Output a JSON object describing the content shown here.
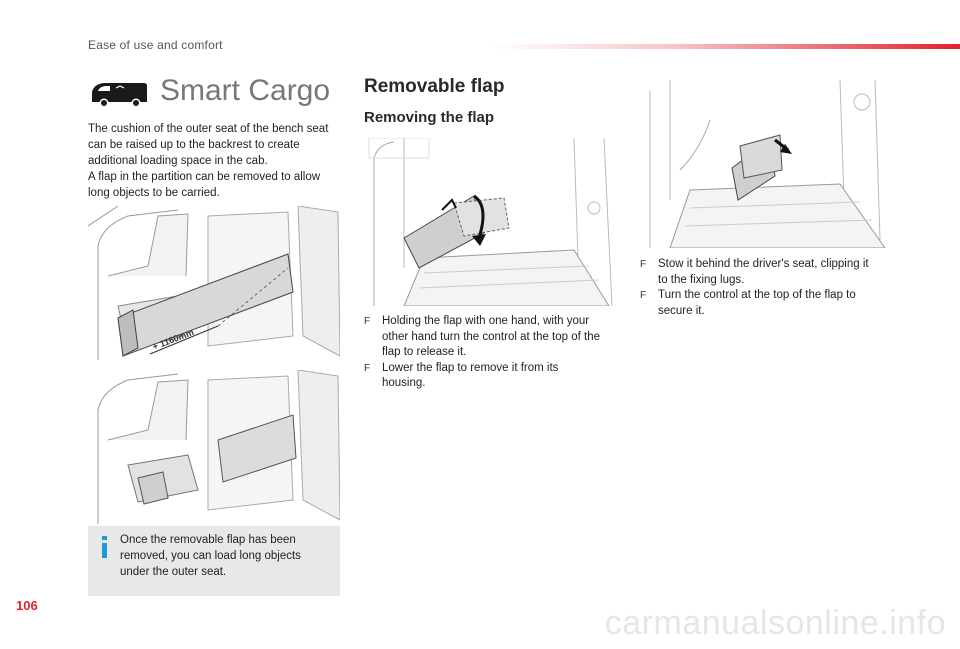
{
  "header": {
    "section_title": "Ease of use and comfort"
  },
  "page_number": "106",
  "smart_cargo": {
    "title": "Smart Cargo",
    "intro_lines": [
      "The cushion of the outer seat of the bench seat can be raised up to the backrest to create additional loading space in the cab.",
      "A flap in the partition can be removed to allow long objects to be carried."
    ],
    "dimension_label": "+ 1160mm"
  },
  "info_box": {
    "text": "Once the removable flap has been removed, you can load long objects under the outer seat."
  },
  "removable_flap": {
    "title": "Removable flap",
    "subtitle": "Removing the flap",
    "bullets_left": [
      "Holding the flap with one hand, with your\nother hand turn the control at the top of the\nflap to release it.",
      "Lower the flap to remove it from its\nhousing."
    ],
    "bullets_right": [
      "Stow it behind the driver's seat, clipping it\nto the fixing lugs.",
      "Turn the control at the top of the flap to\nsecure it."
    ],
    "bullet_mark": "F"
  },
  "colors": {
    "accent": "#e3222d",
    "info_icon": "#1a9bd7",
    "info_bg": "#e8e8e8"
  },
  "watermark": "carmanualsonline.info"
}
